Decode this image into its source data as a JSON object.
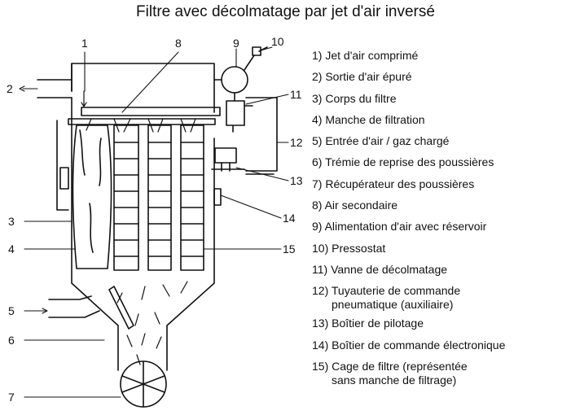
{
  "title": "Filtre avec décolmatage par jet d'air inversé",
  "callouts": [
    "1",
    "2",
    "3",
    "4",
    "5",
    "6",
    "7",
    "8",
    "9",
    "10",
    "11",
    "12",
    "13",
    "14",
    "15"
  ],
  "legend": [
    {
      "text": "1) Jet d'air comprimé"
    },
    {
      "text": "2) Sortie d'air épuré"
    },
    {
      "text": "3) Corps du filtre"
    },
    {
      "text": "4) Manche de filtration"
    },
    {
      "text": "5) Entrée d'air / gaz chargé"
    },
    {
      "text": "6) Trémie de reprise des poussières"
    },
    {
      "text": "7) Récupérateur des poussières"
    },
    {
      "text": "8) Air secondaire"
    },
    {
      "text": "9) Alimentation d'air avec réservoir"
    },
    {
      "text": "10) Pressostat"
    },
    {
      "text": "11) Vanne de décolmatage"
    },
    {
      "text": "12) Tuyauterie de commande",
      "text2": "pneumatique (auxiliaire)"
    },
    {
      "text": "13) Boîtier de pilotage"
    },
    {
      "text": "14) Boîtier de commande électronique"
    },
    {
      "text": "15) Cage de filtre (représentée",
      "text2": "sans manche de filtrage)"
    }
  ]
}
